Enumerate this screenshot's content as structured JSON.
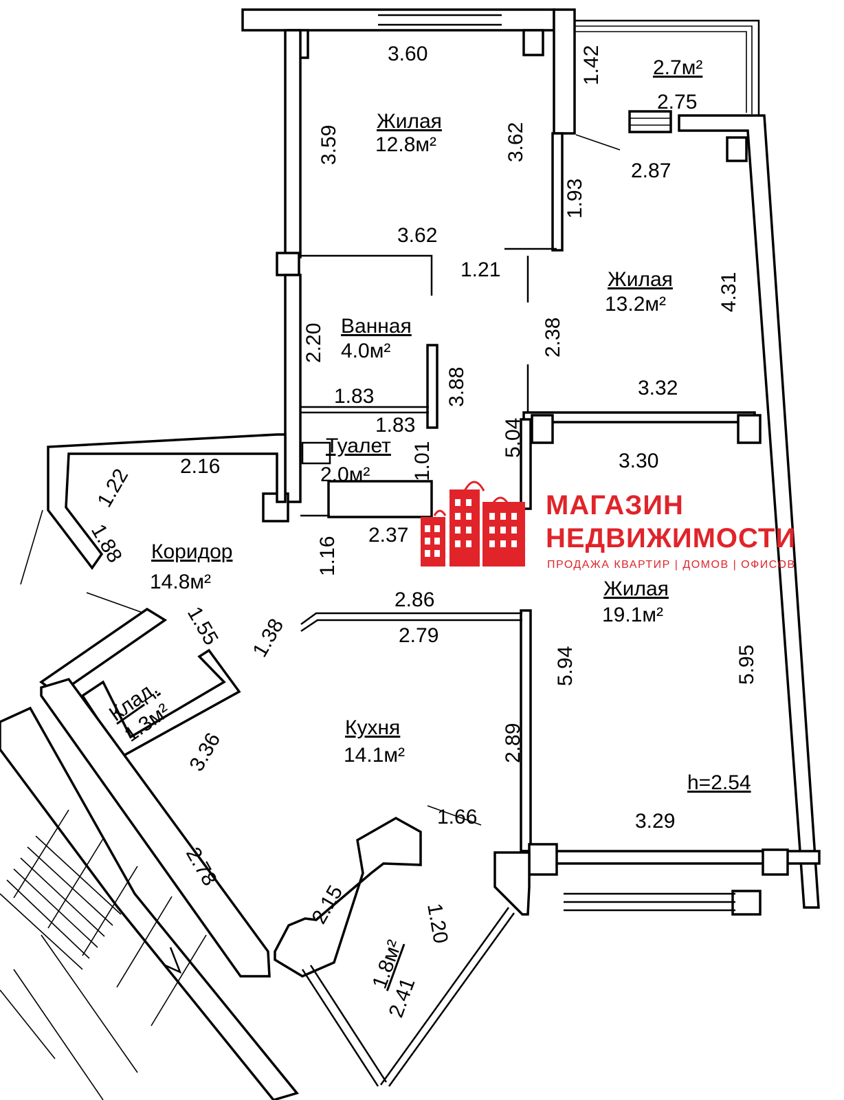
{
  "rooms": {
    "living1": {
      "name": "Жилая",
      "area": "12.8м²"
    },
    "living2": {
      "name": "Жилая",
      "area": "13.2м²"
    },
    "living3": {
      "name": "Жилая",
      "area": "19.1м²"
    },
    "bathroom": {
      "name": "Ванная",
      "area": "4.0м²"
    },
    "toilet": {
      "name": "Туалет",
      "area": "2.0м²"
    },
    "corridor": {
      "name": "Коридор",
      "area": "14.8м²"
    },
    "storage": {
      "name": "Клад.",
      "area": "1.3м²"
    },
    "kitchen": {
      "name": "Кухня",
      "area": "14.1м²"
    },
    "balcony_top": {
      "area": "2.7м²"
    },
    "balcony_bottom": {
      "area": "1.8м²"
    }
  },
  "dimensions": {
    "d360": "3.60",
    "d359": "3.59",
    "d362a": "3.62",
    "d362b": "3.62",
    "d142": "1.42",
    "d275": "2.75",
    "d287": "2.87",
    "d193": "1.93",
    "d121": "1.21",
    "d431": "4.31",
    "d238": "2.38",
    "d220": "2.20",
    "d388": "3.88",
    "d183a": "1.83",
    "d183b": "1.83",
    "d332": "3.32",
    "d504": "5.04",
    "d330": "3.30",
    "d101": "1.01",
    "d216": "2.16",
    "d122": "1.22",
    "d188": "1.88",
    "d237": "2.37",
    "d116": "1.16",
    "d286": "2.86",
    "d279": "2.79",
    "d155": "1.55",
    "d138": "1.38",
    "d594": "5.94",
    "d595": "5.95",
    "d336": "3.36",
    "d289": "2.89",
    "d166": "1.66",
    "d329": "3.29",
    "d278": "2.78",
    "d215": "2.15",
    "d120": "1.20",
    "d241": "2.41",
    "height": "h=2.54"
  },
  "watermark": {
    "title_line1": "МАГАЗИН",
    "title_line2": "НЕДВИЖИМОСТИ",
    "subtitle": "ПРОДАЖА КВАРТИР | ДОМОВ | ОФИСОВ",
    "color": "#e0242a"
  }
}
